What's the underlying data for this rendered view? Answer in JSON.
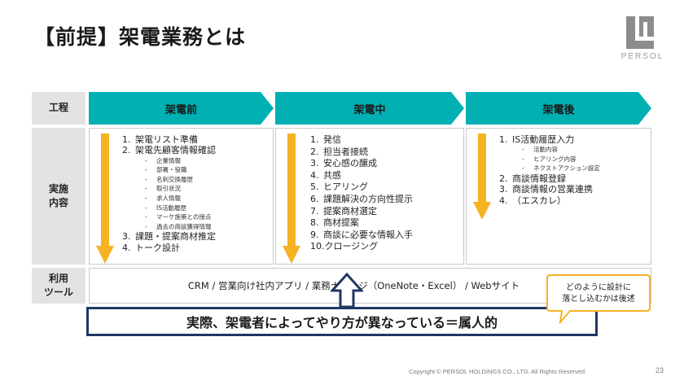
{
  "title": "【前提】架電業務とは",
  "logo": {
    "icon": "persol-logo-icon",
    "text": "PERSOL"
  },
  "colors": {
    "teal": "#00b0b3",
    "arrow_orange": "#f5b324",
    "banner_border": "#1f3864",
    "callout_fill": "#ffffff",
    "callout_border": "#f5b324",
    "label_bg": "#e3e3e3"
  },
  "rows": {
    "process": "工程",
    "content": "実施\n内容",
    "tools": "利用\nツール"
  },
  "phases": [
    {
      "label": "架電前",
      "items": [
        {
          "num": "1.",
          "text": "架電リスト準備",
          "sub": []
        },
        {
          "num": "2.",
          "text": "架電先顧客情報確認",
          "sub": [
            "企業情報",
            "部署・役職",
            "名刺交換履歴",
            "取引状況",
            "求人情報",
            "IS活動履歴",
            "マーケ施策との接点",
            "過去の商談獲得情報"
          ]
        },
        {
          "num": "3.",
          "text": "課題・提案商材推定",
          "sub": []
        },
        {
          "num": "4.",
          "text": "トーク設計",
          "sub": []
        }
      ]
    },
    {
      "label": "架電中",
      "items": [
        {
          "num": "1.",
          "text": "発信",
          "sub": []
        },
        {
          "num": "2.",
          "text": "担当者接続",
          "sub": []
        },
        {
          "num": "3.",
          "text": "安心感の醸成",
          "sub": []
        },
        {
          "num": "4.",
          "text": "共感",
          "sub": []
        },
        {
          "num": "5.",
          "text": "ヒアリング",
          "sub": []
        },
        {
          "num": "6.",
          "text": "課題解決の方向性提示",
          "sub": []
        },
        {
          "num": "7.",
          "text": "提案商材選定",
          "sub": []
        },
        {
          "num": "8.",
          "text": "商材提案",
          "sub": []
        },
        {
          "num": "9.",
          "text": "商談に必要な情報入手",
          "sub": []
        },
        {
          "num": "10.",
          "text": "クロージング",
          "sub": []
        }
      ]
    },
    {
      "label": "架電後",
      "items": [
        {
          "num": "1.",
          "text": "IS活動履歴入力",
          "sub": [
            "活動内容",
            "ヒアリング内容",
            "ネクストアクション設定"
          ]
        },
        {
          "num": "2.",
          "text": "商談情報登録",
          "sub": []
        },
        {
          "num": "3.",
          "text": "商談情報の営業連携",
          "sub": []
        },
        {
          "num": "4.",
          "text": "（エスカレ）",
          "sub": []
        }
      ]
    }
  ],
  "tools_text": "CRM / 営業向け社内アプリ / 業務ナレッジ（OneNote・Excel） / Webサイト",
  "banner": "実際、架電者によってやり方が異なっている＝属人的",
  "callout": "どのように設計に\n落とし込むかは後述",
  "footer": "Copyright © PERSOL HOLDINGS CO., LTD. All Rights Reserved.",
  "page_number": "23"
}
